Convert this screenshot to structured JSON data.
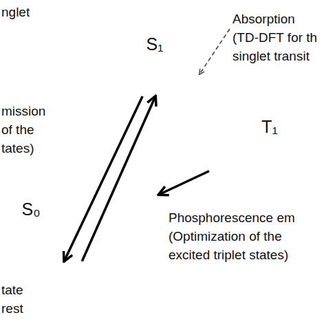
{
  "diagram": {
    "nodes": [
      {
        "text": [
          "S₁"
        ]
      },
      {
        "text": [
          "T₁"
        ]
      },
      {
        "text": [
          "S₀"
        ]
      }
    ],
    "edges": [
      {
        "from": 0,
        "to": 2,
        "arrow": "to"
      },
      {
        "from": 2,
        "to": 0,
        "arrow": "to"
      },
      {
        "from": 1,
        "to": 2,
        "arrow": "to"
      }
    ],
    "labels": [
      "nglet",
      "Absorption (TD-DFT for th singlet transit",
      "mission of the tates)",
      "Phosphorescence em (Optimization of the excited triplet states)",
      "tate rest"
    ]
  }
}
